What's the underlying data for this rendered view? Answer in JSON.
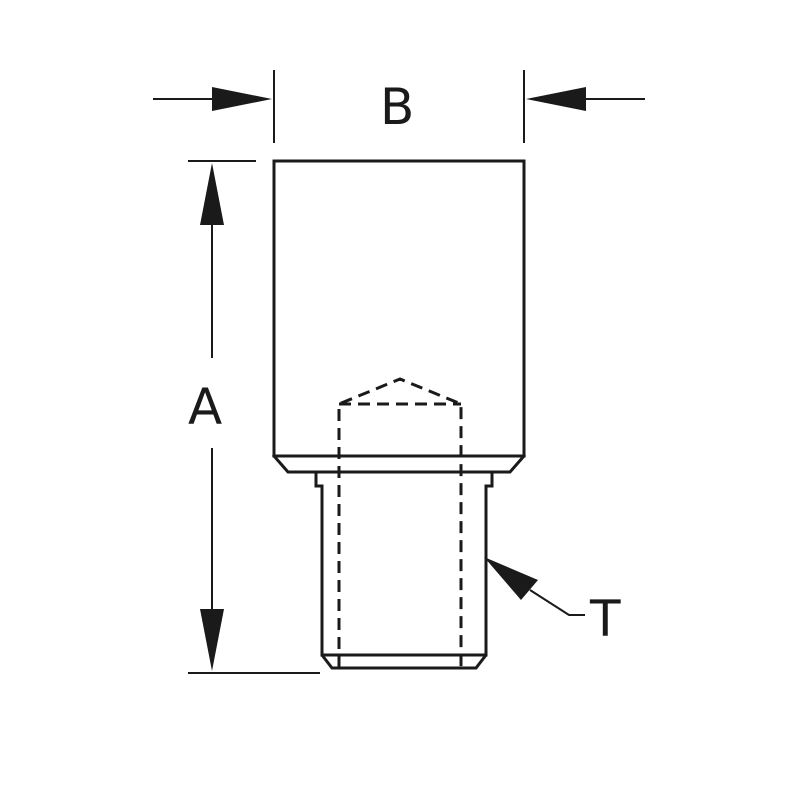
{
  "labels": {
    "a": "A",
    "b": "B",
    "t": "T"
  },
  "colors": {
    "line": "#1a1a1a",
    "background": "#ffffff"
  }
}
